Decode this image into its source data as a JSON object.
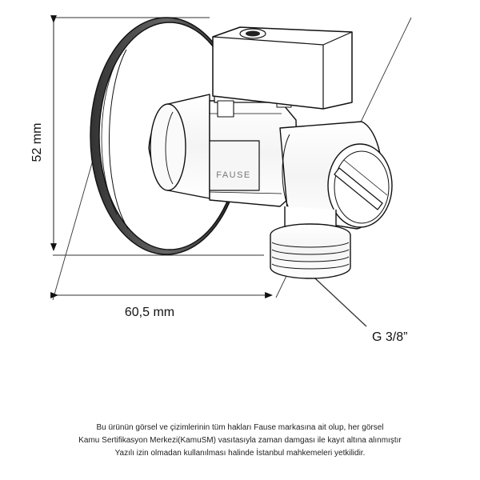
{
  "dimensions": {
    "height_label": "52 mm",
    "width_label": "60,5 mm",
    "thread_label": "G 3/8”"
  },
  "brand": "FAUSE",
  "notice": {
    "line1": "Bu ürünün görsel ve çizimlerinin tüm hakları Fause markasına ait olup, her görsel",
    "line2": "Kamu Sertifikasyon Merkezi(KamuSM) vasıtasıyla zaman damgası ile kayıt altına alınmıştır",
    "line3": "Yazılı izin olmadan kullanılması halinde İstanbul mahkemeleri yetkilidir."
  }
}
